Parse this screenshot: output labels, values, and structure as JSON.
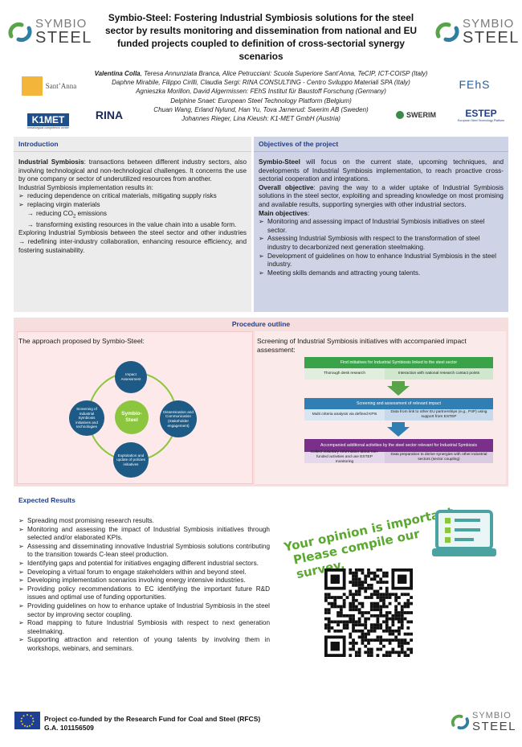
{
  "header": {
    "logo_left": {
      "w1": "SYMBIO",
      "w2": "STEEL"
    },
    "logo_right": {
      "w1": "SYMBIO",
      "w2": "STEEL"
    },
    "title": "Symbio-Steel: Fostering Industrial Symbiosis solutions for the steel sector by results monitoring and dissemination from national and EU funded projects coupled to definition of cross-sectorial synergy scenarios"
  },
  "authors": {
    "lead": "Valentina Colla",
    "line1_rest": ", Teresa Annunziata Branca, Alice Petrucciani: Scuola Superiore Sant’Anna, TeCIP, ICT-COISP (Italy)",
    "line2": "Daphne Mirabile, Filippo Cirilli, Claudia Sergi: RINA CONSULTING - Centro Sviluppo Materiali SPA (Italy)",
    "line3": "Agnieszka Morillon, David Algermissen: FEhS Institut für Baustoff Forschung (Germany)",
    "line4": "Delphine Snaet: European Steel Technology Platform (Belgium)",
    "line5": "Chuan Wang, Erland Nylund, Han Yu, Tova Jarnerud: Swerim AB (Sweden)",
    "line6": "Johannes Rieger, Lina Kieush: K1-MET GmbH (Austria)"
  },
  "partner_logos": {
    "santanna": "Sant’Anna",
    "k1met": "K1MET",
    "k1met_sub": "metallurgical competence center",
    "rina": "RINA",
    "fehs": "FEhS",
    "swerim": "SWERIM",
    "estep": "ESTEP",
    "estep_sub": "European Steel Technology Platform"
  },
  "colors": {
    "navy": "#1f3f8a",
    "green": "#5ba830",
    "circle_blue": "#1d5a86",
    "circle_green": "#8cc63f"
  },
  "intro": {
    "heading": "Introduction",
    "p1_bold": "Industrial Symbiosis",
    "p1_rest": ": transactions between different industry sectors, also involving technological and non-technological challenges. It concerns the use by one company or sector of underutilized resources from another.",
    "p2": "Industrial Symbiosis implementation results in:",
    "b1": "reducing dependence on critical materials, mitigating supply risks",
    "b2": "replacing virgin materials",
    "b2a": "reducing CO",
    "b2a_sub": "2",
    "b2a_rest": " emissions",
    "b2b": "transforming existing resources in the value chain into a usable form.",
    "p3_a": "Exploring Industrial Symbiosis between the steel sector and other industries ",
    "p3_arrow": "→",
    "p3_b": " redefining inter-industry collaboration, enhancing resource efficiency, and fostering sustainability."
  },
  "objectives": {
    "heading": "Objectives of the project",
    "p1_bold": "Symbio-Steel",
    "p1_rest": " will focus on the current state, upcoming techniques, and developments of Industrial Symbiosis implementation, to reach proactive cross-sectorial cooperation and integrations.",
    "p2_bold": "Overall objective",
    "p2_rest": ":  paving the way to a wider uptake of Industrial Symbiosis solutions in the steel sector, exploiting and spreading knowledge on most promising and available results, supporting synergies with other industrial sectors.",
    "main_label": "Main objectives",
    "main_colon": ":",
    "items": [
      "Monitoring and assessing impact of Industrial Symbiosis initiatives on steel sector.",
      "Assessing Industrial Symbiosis with respect to the transformation of steel industry to decarbonized next generation steelmaking.",
      "Development of guidelines on how to enhance Industrial Symbiosis in the steel industry.",
      "Meeting skills demands and attracting young talents."
    ]
  },
  "procedure": {
    "heading": "Procedure outline",
    "approach_label": "The approach proposed by Symbio-Steel:",
    "screening_label": "Screening of Industrial Symbiosis initiatives with accompanied impact assessment:",
    "diagram": {
      "center": "Symbio-Steel",
      "top": "Impact Assessment",
      "left": "Screening of Industrial Symbiosis initiatives and technologies",
      "right": "Dissemination and Communication (Stakeholder engagement)",
      "bottom": "Exploitation and update of policies initiatives"
    },
    "flow": {
      "s1_head": "Find initiatives for Industrial Symbiosis linked to the steel sector",
      "s1_a": "Thorough desk research",
      "s1_b": "Interaction with national research contact points",
      "s2_head": "Screening and assessment of relevant impact",
      "s2_a": "Multi criteria analysis via defined KPIs",
      "s2_b": "Data from link to other EU partnerships (e.g., P4P) using support from ESTEP",
      "s3_head": "Accompanied additional activities by the steel sector relevant for Industrial Symbiosis",
      "s3_a": "Collect voluntary information about non-funded activities and use ESTEP monitoring",
      "s3_b": "Data preparation to derive synergies with other industrial sectors (sector coupling)"
    }
  },
  "expected": {
    "heading": "Expected Results",
    "items": [
      "Spreading most promising research results.",
      "Monitoring and assessing the impact of Industrial Symbiosis initiatives through selected and/or elaborated KPIs.",
      "Assessing and disseminating innovative Industrial Symbiosis solutions contributing to the transition towards C-lean steel production.",
      "Identifying gaps and potential for initiatives engaging different industrial sectors.",
      "Developing a virtual forum to engage stakeholders within and beyond steel.",
      "Developing implementation scenarios involving energy intensive industries.",
      "Providing policy recommendations to EC identifying the important future R&D issues and optimal use of funding opportunities.",
      "Providing guidelines on how to enhance uptake of Industrial Symbiosis in the steel sector by improving sector coupling.",
      "Road mapping to future Industrial Symbiosis with respect to next generation steelmaking.",
      "Supporting attraction and retention of young talents by involving them in workshops, webinars, and seminars."
    ]
  },
  "survey": {
    "line1": "Your opinion is important",
    "line2": "Please compile our survey."
  },
  "footer": {
    "line1": "Project co-funded by the Research Fund for Coal and Steel (RFCS)",
    "line2": "G.A. 101156509",
    "logo": {
      "w1": "SYMBIO",
      "w2": "STEEL"
    }
  }
}
